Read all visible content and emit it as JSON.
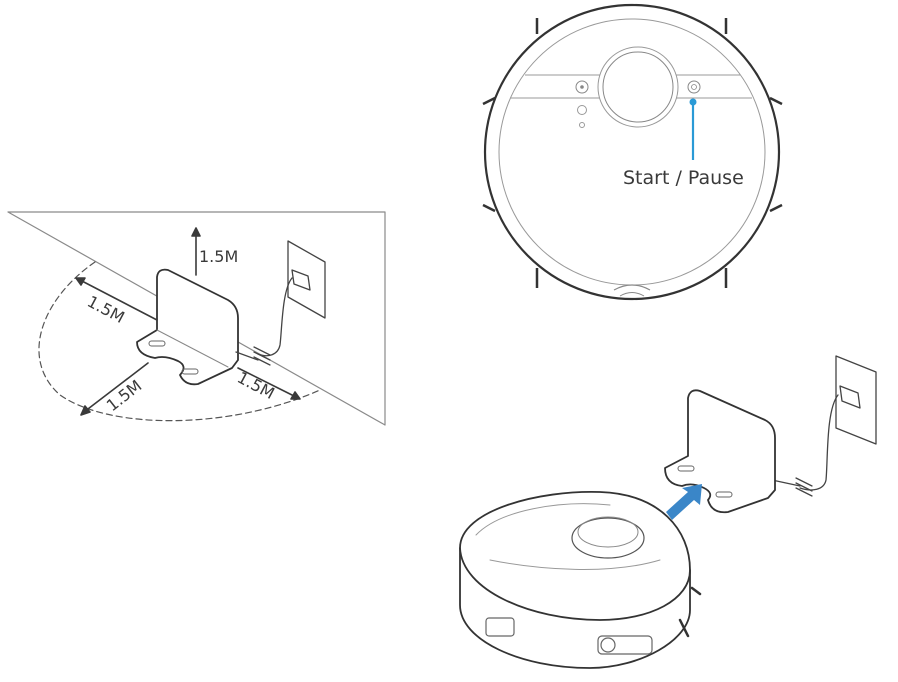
{
  "placement_diagram": {
    "clearance_above": "1.5M",
    "clearance_left": "1.5M",
    "clearance_front": "1.5M",
    "clearance_right": "1.5M"
  },
  "robot_top_view": {
    "callout_label": "Start / Pause",
    "callout_color": "#2a9ad6"
  },
  "docking_view": {
    "arrow_color": "#3a86c8"
  }
}
